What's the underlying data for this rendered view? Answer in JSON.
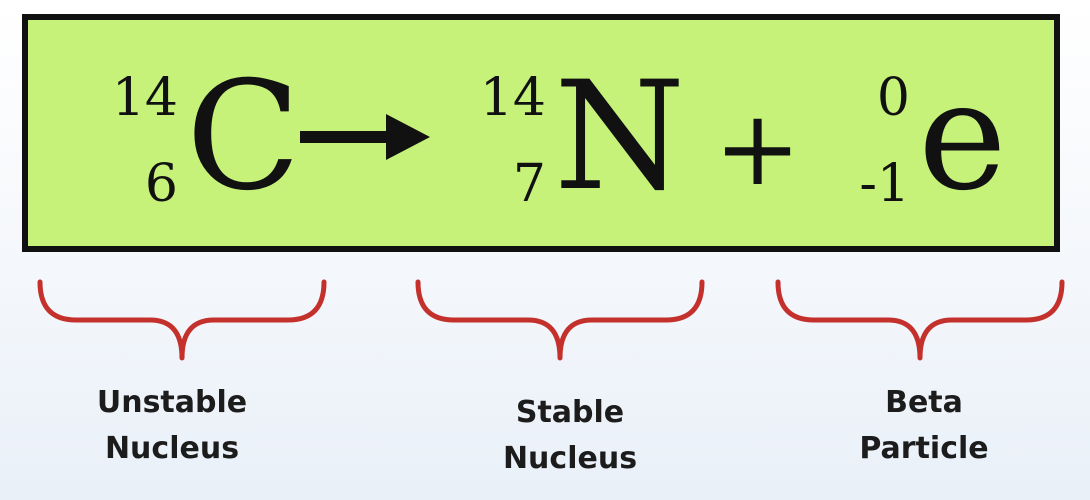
{
  "equation": {
    "reactant": {
      "mass": "14",
      "atomic": "6",
      "symbol": "C"
    },
    "arrow_icon": "right-arrow-icon",
    "product": {
      "mass": "14",
      "atomic": "7",
      "symbol": "N"
    },
    "plus": "+",
    "particle": {
      "mass": "0",
      "atomic": "-1",
      "symbol": "e"
    }
  },
  "labels": {
    "unstable": [
      "Unstable",
      "Nucleus"
    ],
    "stable": [
      "Stable",
      "Nucleus"
    ],
    "beta": [
      "Beta",
      "Particle"
    ]
  },
  "colors": {
    "box_fill": "#c6f27a",
    "box_border": "#111111",
    "brace": "#c4302b",
    "text": "#111111"
  }
}
